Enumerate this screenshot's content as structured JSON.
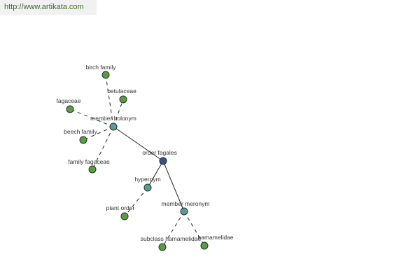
{
  "site": {
    "url": "http://www.artikata.com"
  },
  "colors": {
    "leaf": "#5b9a4a",
    "relation": "#5b9aa0",
    "root": "#3d4e8e",
    "stroke": "#1e3a16",
    "edge": "#222222"
  },
  "graph": {
    "nodes": [
      {
        "id": "order-fagales",
        "label": "order fagales",
        "kind": "root"
      },
      {
        "id": "member-holonym",
        "label": "member holonym",
        "kind": "relation"
      },
      {
        "id": "hypernym",
        "label": "hypernym",
        "kind": "relation"
      },
      {
        "id": "member-meronym",
        "label": "member meronym",
        "kind": "relation"
      },
      {
        "id": "birch-family",
        "label": "birch family",
        "kind": "leaf"
      },
      {
        "id": "betulaceae",
        "label": "betulaceae",
        "kind": "leaf"
      },
      {
        "id": "fagaceae",
        "label": "fagaceae",
        "kind": "leaf"
      },
      {
        "id": "beech-family",
        "label": "beech family",
        "kind": "leaf"
      },
      {
        "id": "family-fagaceae",
        "label": "family fagaceae",
        "kind": "leaf"
      },
      {
        "id": "plant-order",
        "label": "plant order",
        "kind": "leaf"
      },
      {
        "id": "hamamelidae",
        "label": "hamamelidae",
        "kind": "leaf"
      },
      {
        "id": "subclass-hamamelidae",
        "label": "subclass hamamelidae",
        "kind": "leaf"
      }
    ],
    "edges": [
      {
        "from": "order-fagales",
        "to": "member-holonym",
        "style": "solid"
      },
      {
        "from": "order-fagales",
        "to": "hypernym",
        "style": "solid"
      },
      {
        "from": "order-fagales",
        "to": "member-meronym",
        "style": "solid"
      },
      {
        "from": "member-holonym",
        "to": "birch-family",
        "style": "dashed"
      },
      {
        "from": "member-holonym",
        "to": "betulaceae",
        "style": "dashed"
      },
      {
        "from": "member-holonym",
        "to": "fagaceae",
        "style": "dashed"
      },
      {
        "from": "member-holonym",
        "to": "beech-family",
        "style": "dashed"
      },
      {
        "from": "member-holonym",
        "to": "family-fagaceae",
        "style": "dashed"
      },
      {
        "from": "hypernym",
        "to": "plant-order",
        "style": "dashed"
      },
      {
        "from": "member-meronym",
        "to": "hamamelidae",
        "style": "dashed"
      },
      {
        "from": "member-meronym",
        "to": "subclass-hamamelidae",
        "style": "dashed"
      }
    ]
  }
}
